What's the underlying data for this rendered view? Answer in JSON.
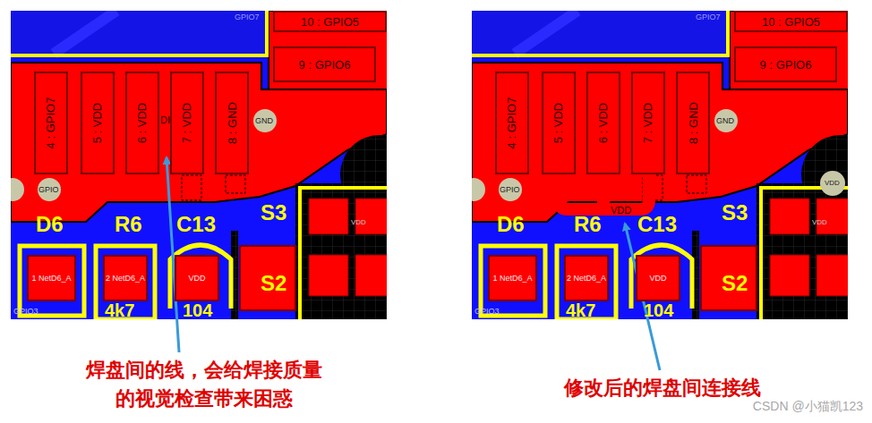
{
  "diagram": {
    "nodes": [
      {
        "text": [
          "10 : GPIO5"
        ]
      },
      {
        "text": [
          "9 : GPIO6"
        ]
      },
      {
        "text": [
          "4 : GPIO7"
        ]
      },
      {
        "text": [
          "5 : VDD"
        ]
      },
      {
        "text": [
          "6 : VDD"
        ]
      },
      {
        "text": [
          "7 : VDD"
        ]
      },
      {
        "text": [
          "8 : GND"
        ]
      },
      {
        "text": [
          "1 NetD6_A"
        ]
      },
      {
        "text": [
          "2 NetD6_A"
        ]
      },
      {
        "text": [
          "VDD"
        ]
      },
      {
        "text": [
          "10 : GPIO5"
        ]
      },
      {
        "text": [
          "9 : GPIO6"
        ]
      },
      {
        "text": [
          "4 : GPIO7"
        ]
      },
      {
        "text": [
          "5 : VDD"
        ]
      },
      {
        "text": [
          "6 : VDD"
        ]
      },
      {
        "text": [
          "7 : VDD"
        ]
      },
      {
        "text": [
          "8 : GND"
        ]
      },
      {
        "text": [
          "1 NetD6_A"
        ]
      },
      {
        "text": [
          "2 NetD6_A"
        ]
      },
      {
        "text": [
          "VDD"
        ]
      }
    ],
    "labels": [
      "GPIO7",
      "GND",
      "GPIO",
      "DI",
      "D6",
      "R6",
      "C13",
      "S3",
      "S2",
      "4k7",
      "104",
      "GPIO3",
      "VDD",
      "GPIO7",
      "GND",
      "GPIO",
      "VDD",
      "D6",
      "R6",
      "C13",
      "S3",
      "S2",
      "4k7",
      "104",
      "GPIO3",
      "VDD",
      "VDD",
      "焊盘间的线，会给焊接质量 的视觉检查带来困惑",
      "修改后的焊盘间连接线",
      "CSDN @小猫凯123"
    ]
  }
}
